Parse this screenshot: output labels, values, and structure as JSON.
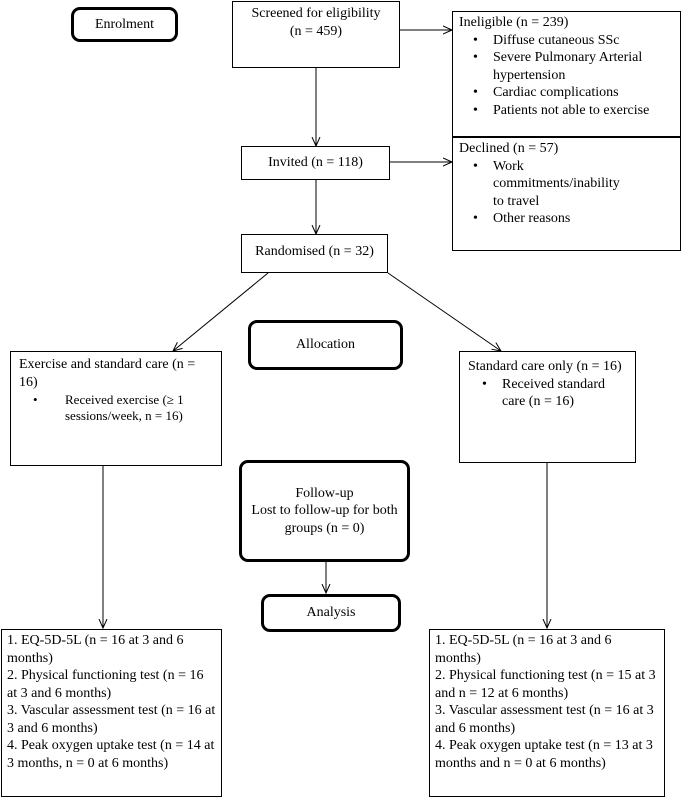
{
  "stages": {
    "enrolment": "Enrolment",
    "allocation": "Allocation",
    "followup_title": "Follow-up",
    "followup_text": "Lost to follow-up for both groups (n = 0)",
    "analysis": "Analysis"
  },
  "screened": {
    "line1": "Screened for eligibility",
    "line2": "(n = 459)"
  },
  "ineligible": {
    "title": "Ineligible (n = 239)",
    "items": [
      "Diffuse cutaneous SSc",
      "Severe Pulmonary Arterial hypertension",
      "Cardiac complications",
      "Patients not able to exercise"
    ]
  },
  "invited": "Invited (n = 118)",
  "declined": {
    "title": "Declined (n = 57)",
    "items": [
      "Work commitments/inability to travel",
      "Other reasons"
    ]
  },
  "randomised": "Randomised (n = 32)",
  "exercise_arm": {
    "title": "Exercise and standard care (n = 16)",
    "items": [
      "Received exercise (≥ 1 sessions/week, n = 16)"
    ]
  },
  "standard_arm": {
    "title": "Standard care only (n = 16)",
    "items": [
      "Received standard care (n = 16)"
    ]
  },
  "exercise_outcomes": [
    "1. EQ-5D-5L (n = 16 at 3 and 6 months)",
    "2. Physical functioning test (n = 16 at 3 and 6 months)",
    "3. Vascular assessment test (n = 16 at 3 and 6 months)",
    "4. Peak oxygen uptake test (n = 14 at 3 months, n = 0 at 6 months)"
  ],
  "standard_outcomes": [
    "1. EQ-5D-5L (n = 16 at 3 and 6 months)",
    "2. Physical functioning test (n = 15 at 3 and n = 12 at 6 months)",
    "3. Vascular assessment test (n = 16 at 3 and 6 months)",
    "4. Peak oxygen uptake test (n = 13 at 3 months and n = 0 at 6 months)"
  ]
}
